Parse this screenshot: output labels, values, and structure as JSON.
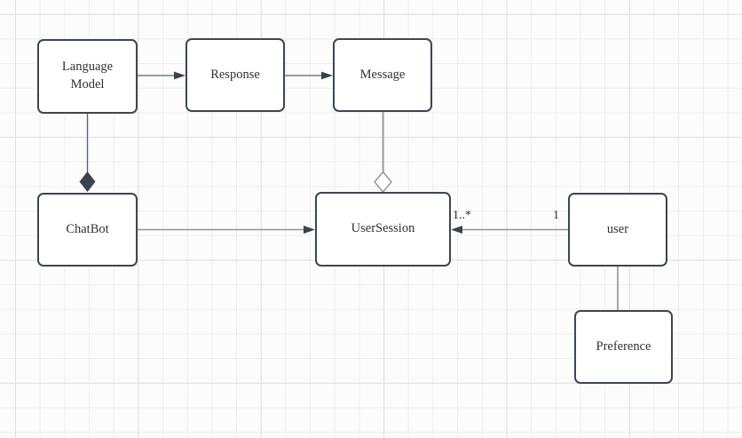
{
  "canvas": {
    "background_color": "#fcfcfc",
    "grid_minor_color": "#eeeeee",
    "grid_major_color": "#e0e0e0"
  },
  "diagram": {
    "type": "uml-class-diagram",
    "nodes": [
      {
        "id": "language-model",
        "label": "Language Model"
      },
      {
        "id": "response",
        "label": "Response"
      },
      {
        "id": "message",
        "label": "Message"
      },
      {
        "id": "chatbot",
        "label": "ChatBot"
      },
      {
        "id": "user-session",
        "label": "UserSession"
      },
      {
        "id": "user",
        "label": "user"
      },
      {
        "id": "preference",
        "label": "Preference"
      }
    ],
    "edges": [
      {
        "from": "Language Model",
        "to": "Response",
        "type": "directed-arrow"
      },
      {
        "from": "Response",
        "to": "Message",
        "type": "directed-arrow"
      },
      {
        "from": "Language Model",
        "to": "ChatBot",
        "type": "composition-filled-diamond"
      },
      {
        "from": "Message",
        "to": "UserSession",
        "type": "aggregation-hollow-diamond"
      },
      {
        "from": "ChatBot",
        "to": "UserSession",
        "type": "directed-arrow"
      },
      {
        "from": "user",
        "to": "UserSession",
        "type": "directed-arrow",
        "source_multiplicity": "1",
        "target_multiplicity": "1..*"
      },
      {
        "from": "user",
        "to": "Preference",
        "type": "plain-line"
      }
    ],
    "colors": {
      "node_fill": "#ffffff",
      "node_border": "#3d4651",
      "dark_line": "#5a6270",
      "gray_line": "#8f9398",
      "arrowhead_fill": "#39424d",
      "diamond_fill": "#39424d",
      "text": "#2e3138"
    }
  }
}
